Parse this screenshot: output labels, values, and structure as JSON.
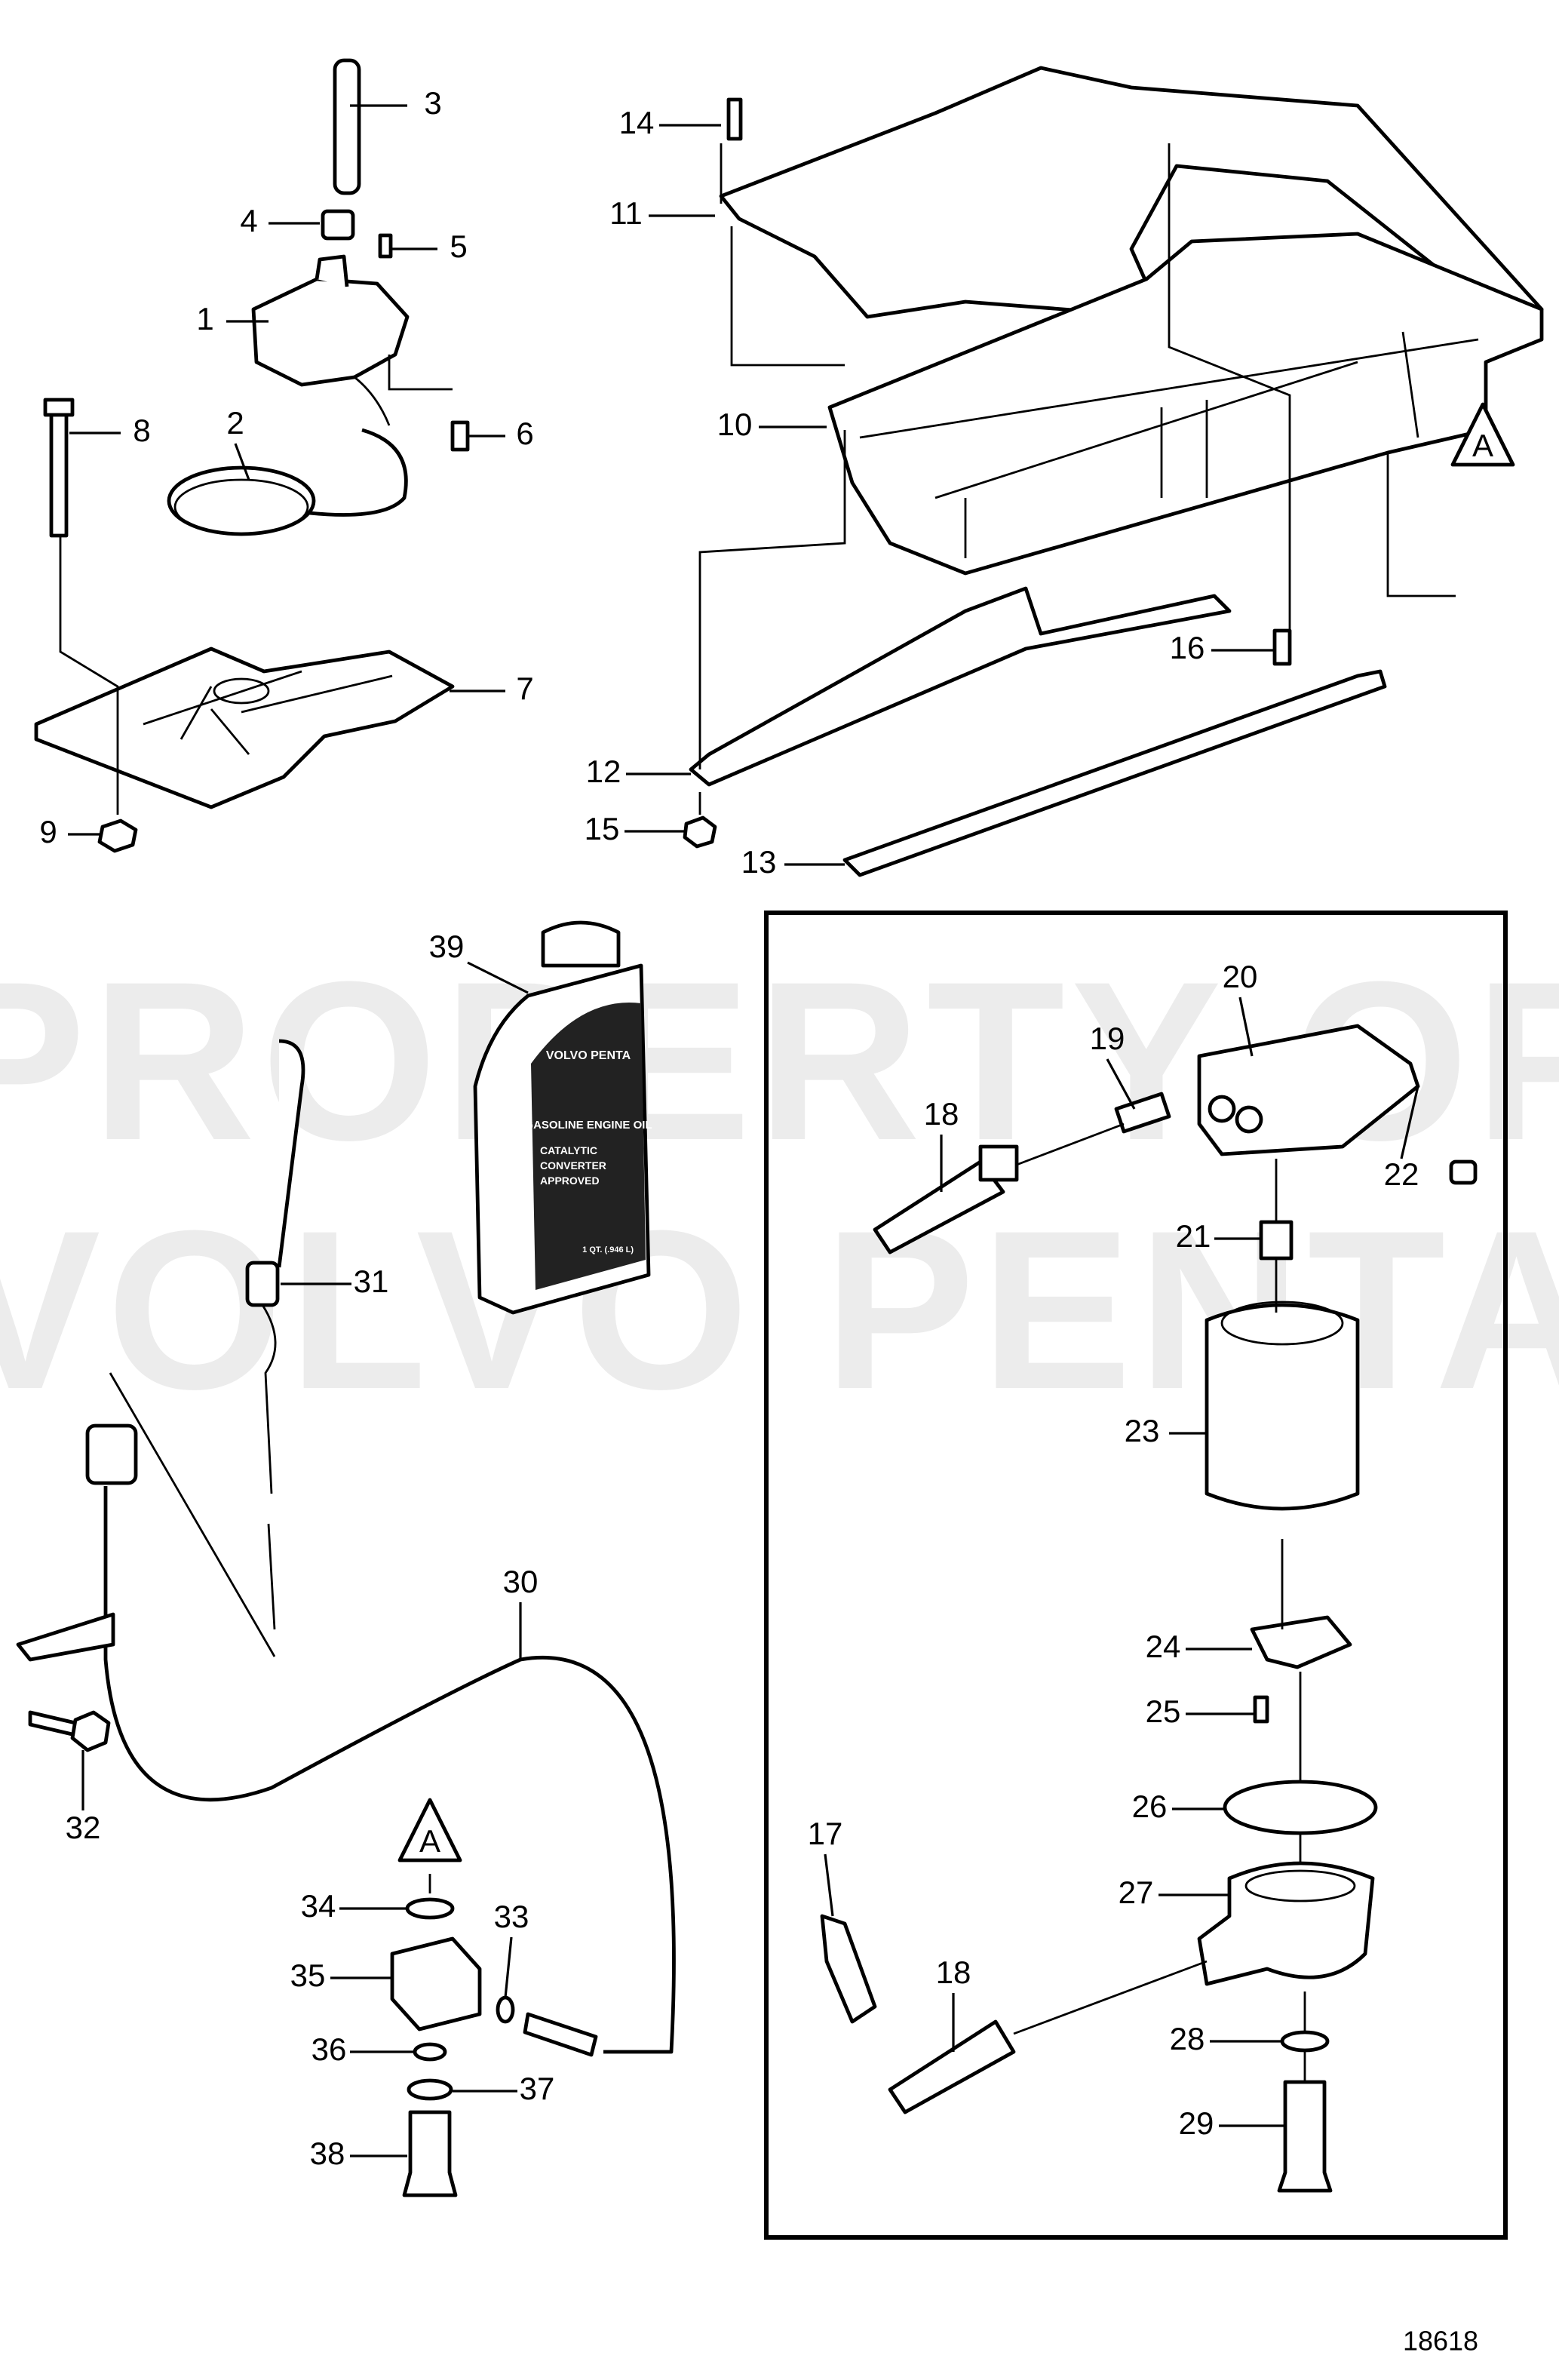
{
  "watermark": {
    "line1": "PROPERTY OF",
    "line2": "VOLVO PENTA"
  },
  "drawing_number": "18618",
  "reference_marker": "A",
  "bottle_label": {
    "brand": "VOLVO PENTA",
    "product": "GASOLINE ENGINE OIL",
    "line1": "CATALYTIC",
    "line2": "CONVERTER",
    "line3": "APPROVED",
    "volume": "1 QT. (.946 L)"
  },
  "callouts": {
    "p1": "1",
    "p2": "2",
    "p3": "3",
    "p4": "4",
    "p5": "5",
    "p6": "6",
    "p7": "7",
    "p8": "8",
    "p9": "9",
    "p10": "10",
    "p11": "11",
    "p12": "12",
    "p13": "13",
    "p14": "14",
    "p15": "15",
    "p16": "16",
    "p17": "17",
    "p18a": "18",
    "p18b": "18",
    "p19": "19",
    "p20": "20",
    "p21": "21",
    "p22": "22",
    "p23": "23",
    "p24": "24",
    "p25": "25",
    "p26": "26",
    "p27": "27",
    "p28": "28",
    "p29": "29",
    "p30": "30",
    "p31": "31",
    "p32": "32",
    "p33": "33",
    "p34": "34",
    "p35": "35",
    "p36": "36",
    "p37": "37",
    "p38": "38",
    "p39": "39"
  }
}
